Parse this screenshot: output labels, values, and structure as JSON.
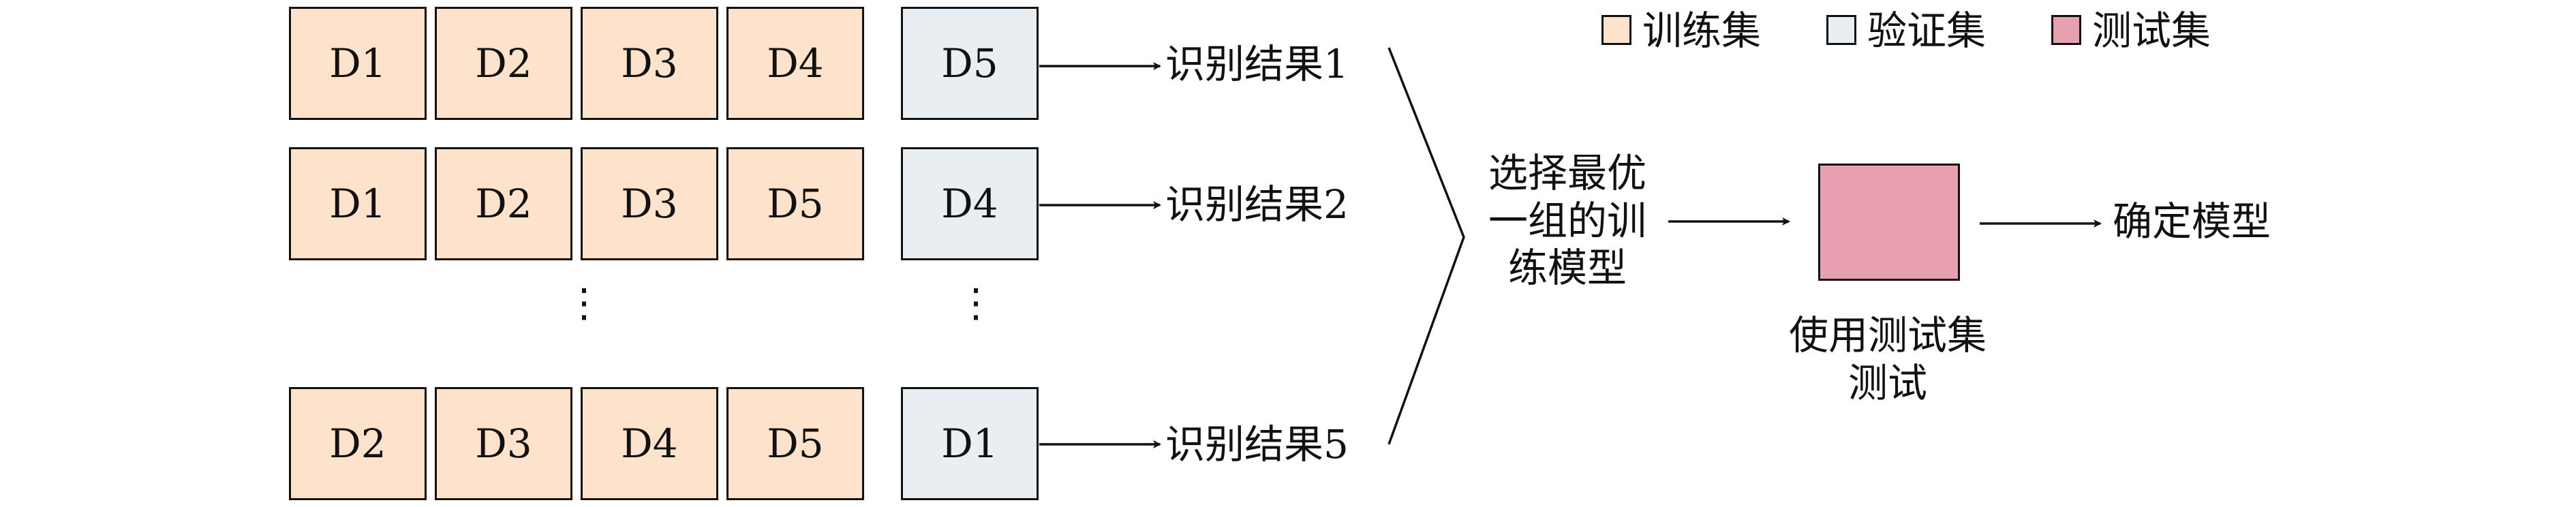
{
  "legend": {
    "train": "训练集",
    "val": "验证集",
    "test": "测试集",
    "colors": {
      "train": "#fde3cb",
      "val": "#e8eef2",
      "test": "#e89fae"
    }
  },
  "folds": [
    {
      "train": [
        "D1",
        "D2",
        "D3",
        "D4"
      ],
      "val": "D5",
      "result": "识别结果1"
    },
    {
      "train": [
        "D1",
        "D2",
        "D3",
        "D5"
      ],
      "val": "D4",
      "result": "识别结果2"
    },
    {
      "train": [
        "D2",
        "D3",
        "D4",
        "D5"
      ],
      "val": "D1",
      "result": "识别结果5"
    }
  ],
  "ellipsis": "⋮",
  "select_best": [
    "选择最优",
    "一组的训",
    "练模型"
  ],
  "test_caption": [
    "使用测试集",
    "测试"
  ],
  "final": "确定模型"
}
